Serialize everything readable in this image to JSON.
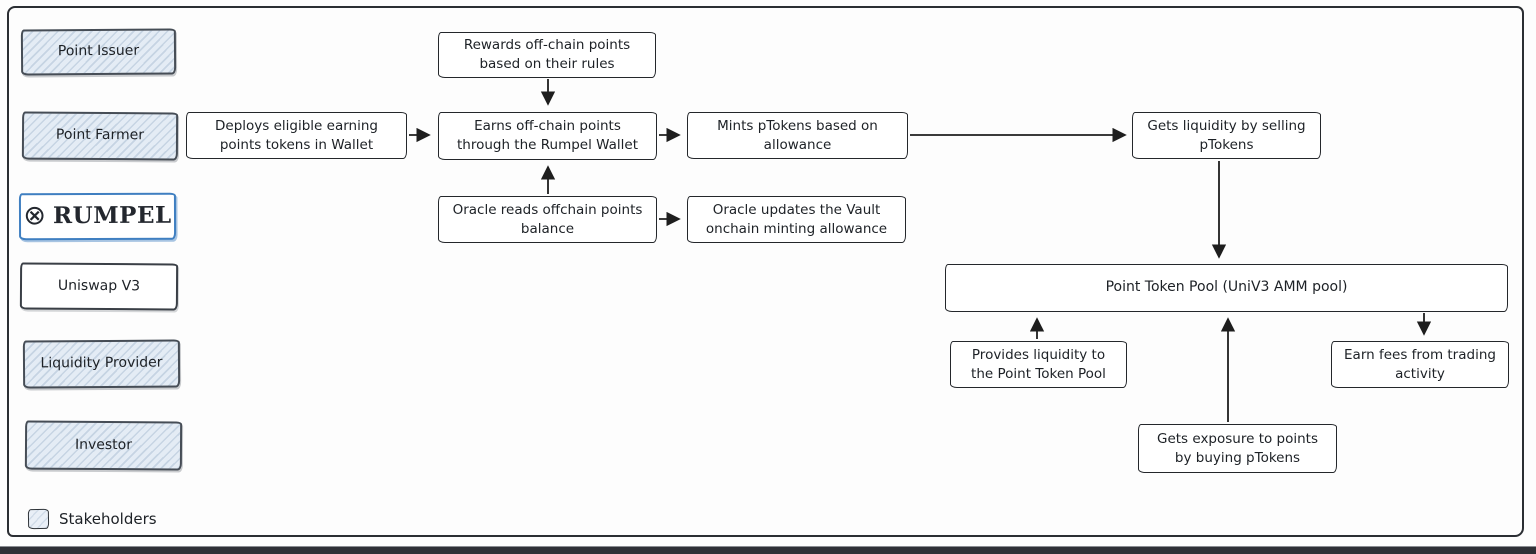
{
  "sidebar": {
    "point_issuer": "Point Issuer",
    "point_farmer": "Point Farmer",
    "rumpel_logo": "RUMPEL",
    "rumpel_icon_glyph": "⊗",
    "uniswap": "Uniswap V3",
    "liquidity_provider": "Liquidity Provider",
    "investor": "Investor"
  },
  "flow": {
    "rewards": "Rewards off-chain points based on their rules",
    "deploys": "Deploys eligible earning points tokens in Wallet",
    "earns": "Earns off-chain points through the Rumpel Wallet",
    "mints": "Mints pTokens based on allowance",
    "oracle_reads": "Oracle reads offchain points balance",
    "oracle_updates": "Oracle updates the Vault onchain minting allowance",
    "gets_liquidity": "Gets liquidity by selling pTokens",
    "pool": "Point Token Pool (UniV3 AMM pool)",
    "provides_liquidity": "Provides liquidity to the Point Token Pool",
    "earn_fees": "Earn fees from trading activity",
    "gets_exposure": "Gets exposure to points by buying pTokens"
  },
  "legend": {
    "label": "Stakeholders"
  },
  "colors": {
    "stakeholder_fill": "#e4ecf5",
    "stakeholder_hatch": "#c3d2e2",
    "rumpel_border": "#3f7fc1",
    "box_border": "#24272b",
    "arrow": "#1e1e1e",
    "bottom_bar": "#2e3036"
  }
}
